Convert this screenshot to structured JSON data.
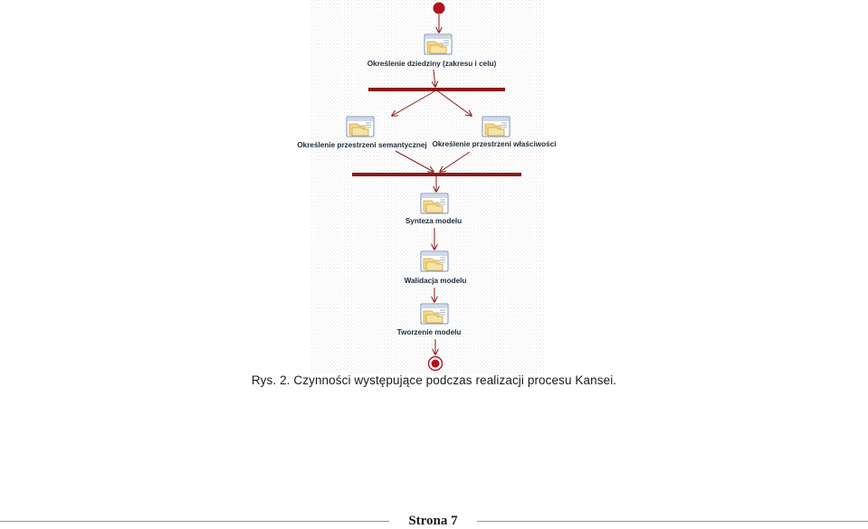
{
  "diagram": {
    "nodes": [
      {
        "id": "n1",
        "label": "Określenie dziedziny (zakresu i celu)"
      },
      {
        "id": "n2",
        "label": "Określenie przestrzeni semantycznej"
      },
      {
        "id": "n3",
        "label": "Określenie przestrzeni właściwości"
      },
      {
        "id": "n4",
        "label": "Synteza modelu"
      },
      {
        "id": "n5",
        "label": "Walidacja modelu"
      },
      {
        "id": "n6",
        "label": "Tworzenie modelu"
      }
    ],
    "colors": {
      "flow": "#8b1a1a",
      "bar": "#8b1a1a",
      "icon_fill": "#f4d98a",
      "icon_border": "#c9a24a",
      "background_grid": "#f1f1f1"
    }
  },
  "caption": "Rys. 2. Czynności występujące podczas realizacji procesu Kansei.",
  "footer": {
    "page_label": "Strona 7"
  }
}
